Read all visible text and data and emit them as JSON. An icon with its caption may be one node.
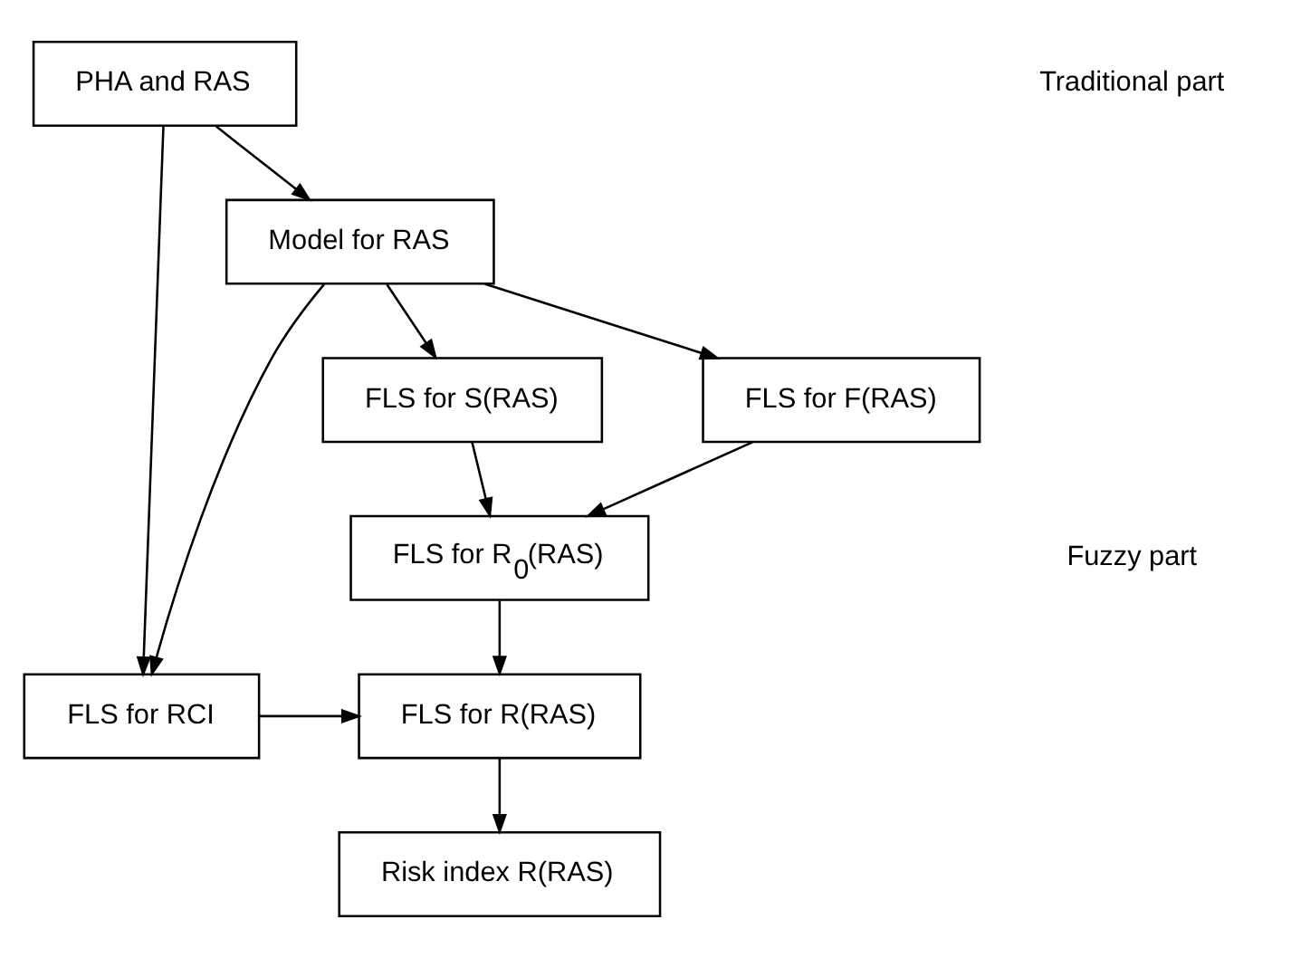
{
  "diagram": {
    "nodes": [
      {
        "text": [
          "PHA and RAS"
        ]
      },
      {
        "text": [
          "Model for RAS"
        ]
      },
      {
        "text": [
          "FLS for F(RAS)"
        ]
      },
      {
        "text": [
          "FLS for S(RAS)"
        ]
      },
      {
        "text": [
          "FLS for R$_{0}$(RAS)"
        ]
      },
      {
        "text": [
          "FLS for R(RAS)"
        ]
      },
      {
        "text": [
          "FLS for RCI"
        ]
      },
      {
        "text": [
          "Risk index R(RAS)"
        ]
      }
    ],
    "edges": [
      {
        "from": 0,
        "to": 1,
        "arrow": "to"
      },
      {
        "from": 1,
        "to": 2,
        "arrow": "to"
      },
      {
        "from": 1,
        "to": 3,
        "arrow": "to"
      },
      {
        "from": 2,
        "to": 4,
        "arrow": "to"
      },
      {
        "from": 3,
        "to": 4,
        "arrow": "to"
      },
      {
        "from": 4,
        "to": 5,
        "arrow": "to"
      },
      {
        "from": 5,
        "to": 7,
        "arrow": "to"
      },
      {
        "from": 6,
        "to": 5,
        "arrow": "to"
      },
      {
        "from": 0,
        "to": 6,
        "arrow": "to"
      },
      {
        "from": 1,
        "to": 6,
        "arrow": "to"
      }
    ],
    "labels": [
      "Traditional part",
      "Fuzzy part"
    ]
  }
}
